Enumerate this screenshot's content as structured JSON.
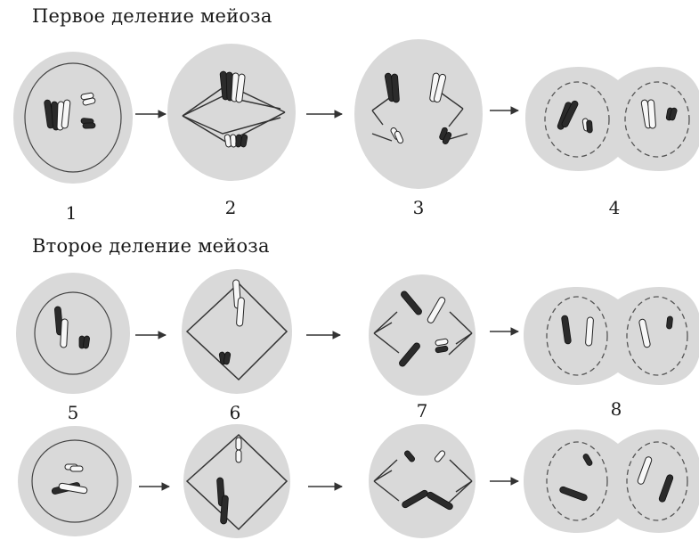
{
  "titles": {
    "first_division": "Первое деление мейоза",
    "second_division": "Второе деление мейоза"
  },
  "stage_numbers": [
    "1",
    "2",
    "3",
    "4",
    "5",
    "6",
    "7",
    "8"
  ],
  "colors": {
    "cell_fill": "#d9d9d9",
    "cell_stroke": "#bdbdbd",
    "chromosome_dark": "#2b2b2b",
    "chromosome_light": "#f7f7f7",
    "line": "#333333"
  }
}
